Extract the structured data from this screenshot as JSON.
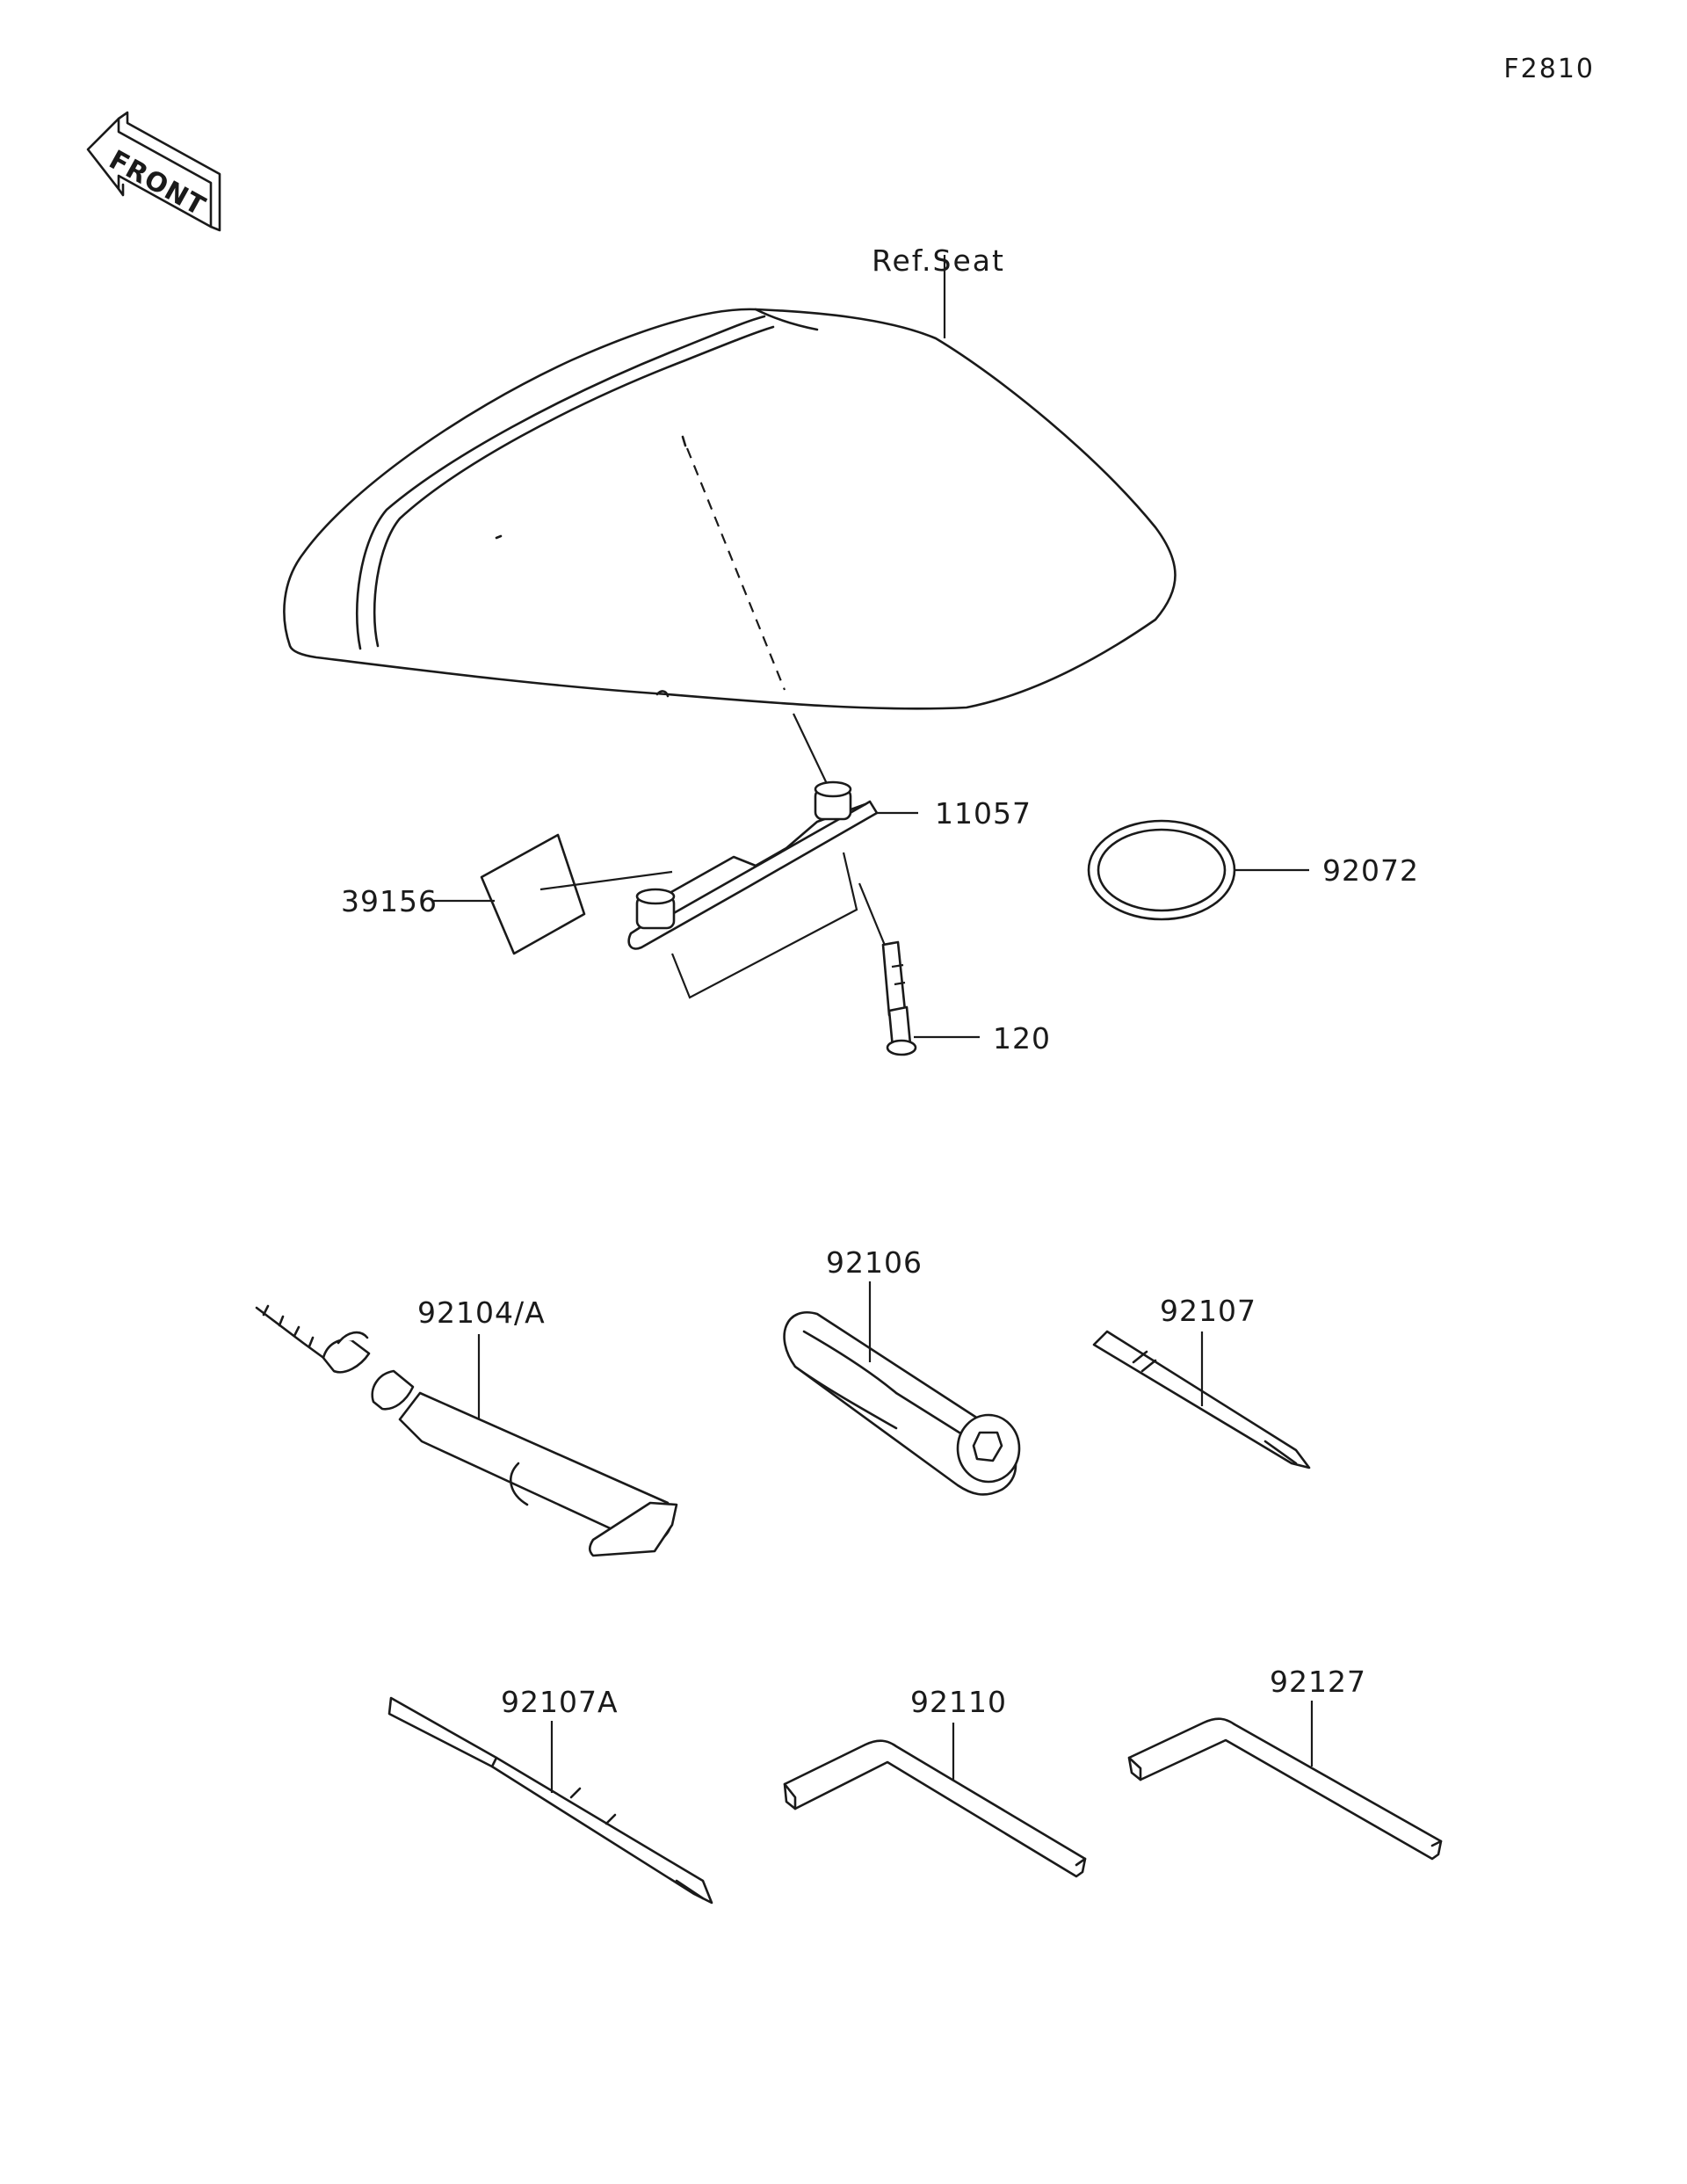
{
  "figure_code": "F2810",
  "front_indicator": {
    "text": "FRONT",
    "icon": "front-arrow-icon"
  },
  "reference": {
    "seat": "Ref.Seat"
  },
  "parts": {
    "p11057": "11057",
    "p39156": "39156",
    "p92072": "92072",
    "p120": "120",
    "p92104A": "92104/A",
    "p92106": "92106",
    "p92107": "92107",
    "p92107A": "92107A",
    "p92110": "92110",
    "p92127": "92127"
  }
}
